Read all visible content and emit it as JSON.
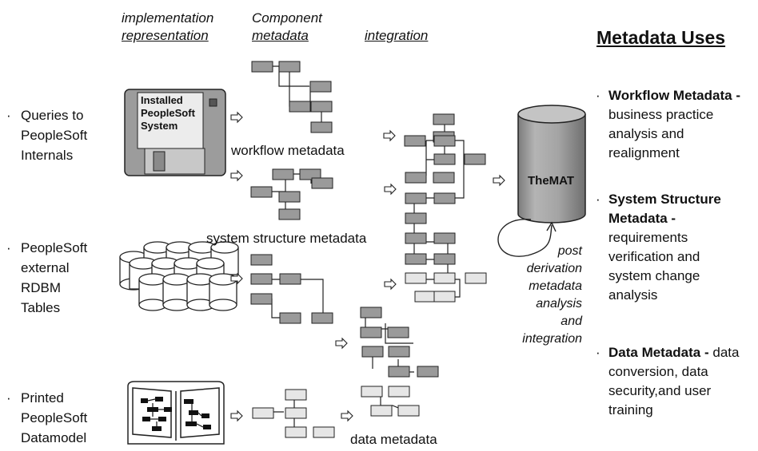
{
  "headers": {
    "col1_line1": "implementation",
    "col1_line2": "representation",
    "col2_line1": "Component",
    "col2_line2": "metadata",
    "col3": "integration"
  },
  "sources": [
    {
      "lines": [
        "Queries to",
        "PeopleSoft",
        "Internals"
      ]
    },
    {
      "lines": [
        "PeopleSoft",
        "external",
        "RDBM",
        "Tables"
      ]
    },
    {
      "lines": [
        "Printed",
        "PeopleSoft",
        "Datamodel"
      ]
    }
  ],
  "disk_label": [
    "Installed",
    "PeopleSoft",
    "System"
  ],
  "component_labels": {
    "workflow": "workflow metadata",
    "system": "system structure metadata",
    "data": "data metadata"
  },
  "repository": "TheMAT",
  "post_note": [
    "post",
    "derivation",
    "metadata",
    "analysis",
    "and",
    "integration"
  ],
  "uses": {
    "title": "Metadata Uses",
    "items": [
      {
        "head": "Workflow Metadata -",
        "body": [
          "business  practice",
          "analysis  and",
          "realignment"
        ]
      },
      {
        "head": "System Structure",
        "head2": "Metadata -",
        "body": [
          "requirements",
          "verification  and",
          "system change",
          "analysis"
        ]
      },
      {
        "head": "Data Metadata -",
        "head_tail": " data",
        "body": [
          "conversion,  data",
          "security,and  user",
          "training"
        ]
      }
    ]
  },
  "colors": {
    "box_dark": "#9a9a9a",
    "box_light": "#e6e6e6",
    "cylinder": "#a8a8a8"
  }
}
